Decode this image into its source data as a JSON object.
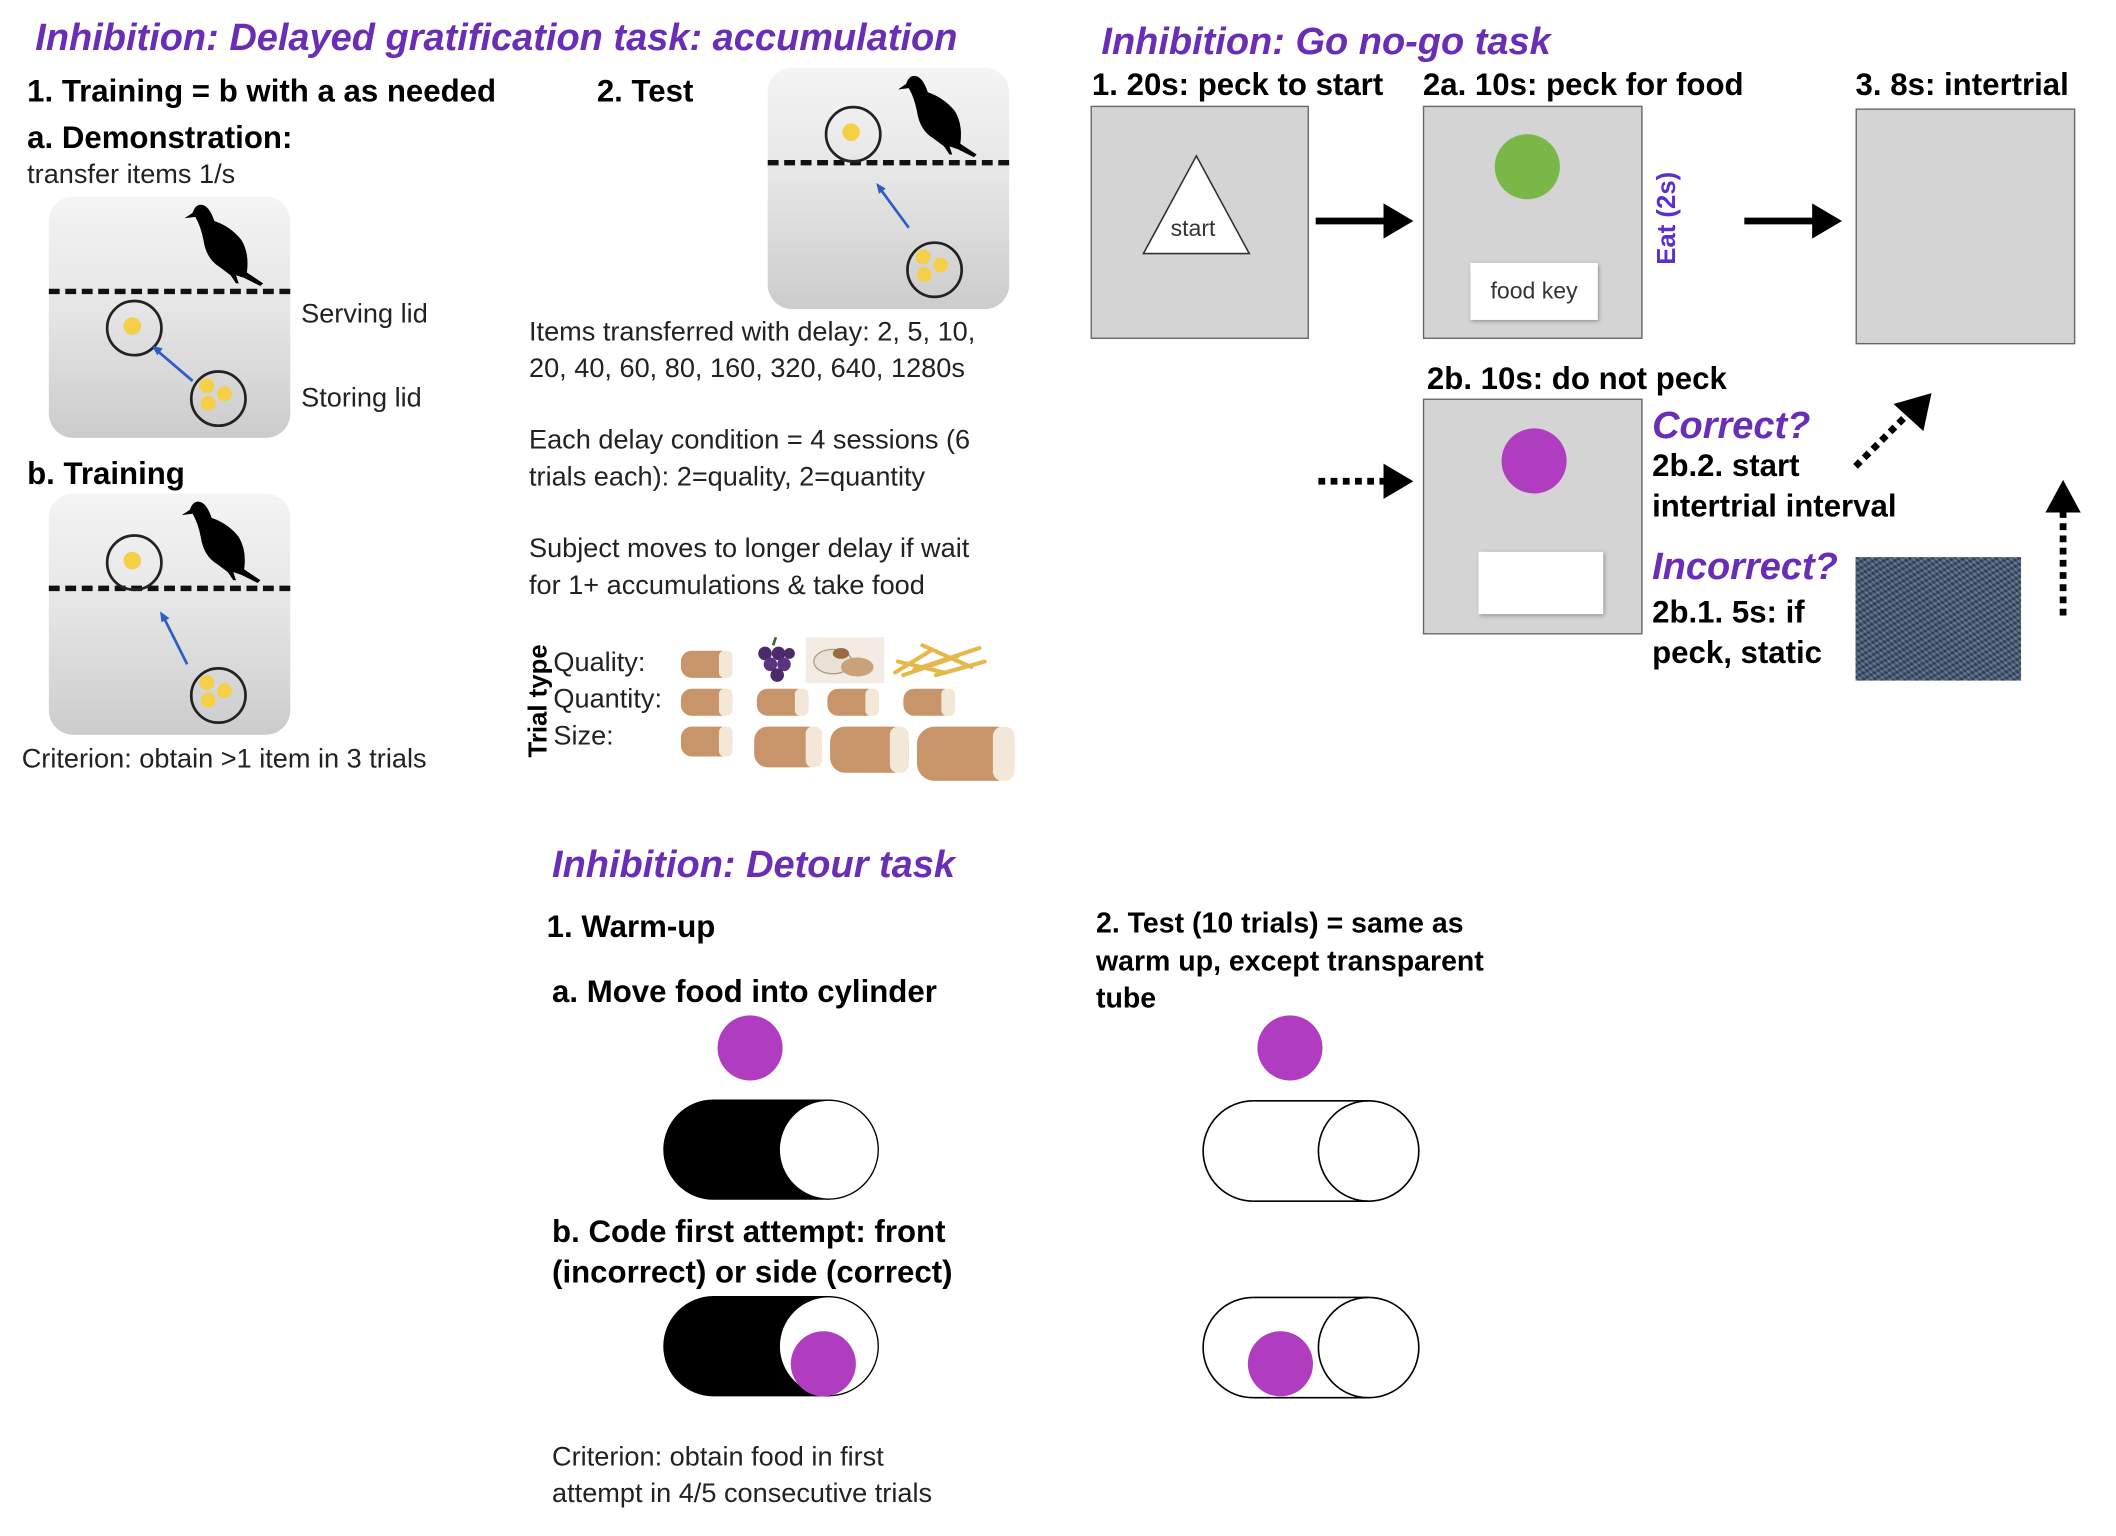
{
  "delayed": {
    "title": "Inhibition: Delayed gratification task: accumulation",
    "training_header": "1. Training = b with a as needed",
    "demo_header": "a. Demonstration:",
    "demo_text": "transfer items 1/s",
    "serving_lid": "Serving lid",
    "storing_lid": "Storing lid",
    "training_sub": "b. Training",
    "criterion": "Criterion: obtain >1 item in 3 trials",
    "test_header": "2. Test",
    "delays_line1": "Items transferred with delay: 2, 5, 10,",
    "delays_line2": "20, 40, 60, 80, 160, 320, 640, 1280s",
    "sessions_line1": "Each delay condition = 4 sessions (6",
    "sessions_line2": "trials each): 2=quality, 2=quantity",
    "moves_line1": "Subject moves to longer delay if wait",
    "moves_line2": "for 1+ accumulations & take food",
    "trial_type": "Trial type",
    "quality": "Quality:",
    "quantity": "Quantity:",
    "size": "Size:"
  },
  "gonogo": {
    "title": "Inhibition: Go no-go task",
    "step1": "1. 20s: peck to start",
    "start_label": "start",
    "step2a": "2a. 10s: peck for food",
    "food_key": "food key",
    "eat": "Eat (2s)",
    "step3": "3. 8s: intertrial",
    "step2b": "2b. 10s: do not peck",
    "correct": "Correct?",
    "correct_line1": "2b.2. start",
    "correct_line2": "intertrial interval",
    "incorrect": "Incorrect?",
    "incorrect_line1": "2b.1. 5s: if",
    "incorrect_line2": "peck, static"
  },
  "detour": {
    "title": "Inhibition: Detour task",
    "warmup": "1. Warm-up",
    "move_food": "a. Move food into cylinder",
    "code_line1": "b. Code first attempt: front",
    "code_line2": "(incorrect) or side (correct)",
    "criterion_line1": "Criterion: obtain food in first",
    "criterion_line2": "attempt in 4/5 consecutive trials",
    "test_line1": "2. Test (10 trials) = same as",
    "test_line2": "warm up, except transparent",
    "test_line3": "tube"
  },
  "colors": {
    "title_purple": "#6a2db5",
    "food_green": "#7ab648",
    "food_magenta": "#b03cbf",
    "pellet_yellow": "#f5cf45",
    "arrow_blue": "#2f5ec2"
  }
}
